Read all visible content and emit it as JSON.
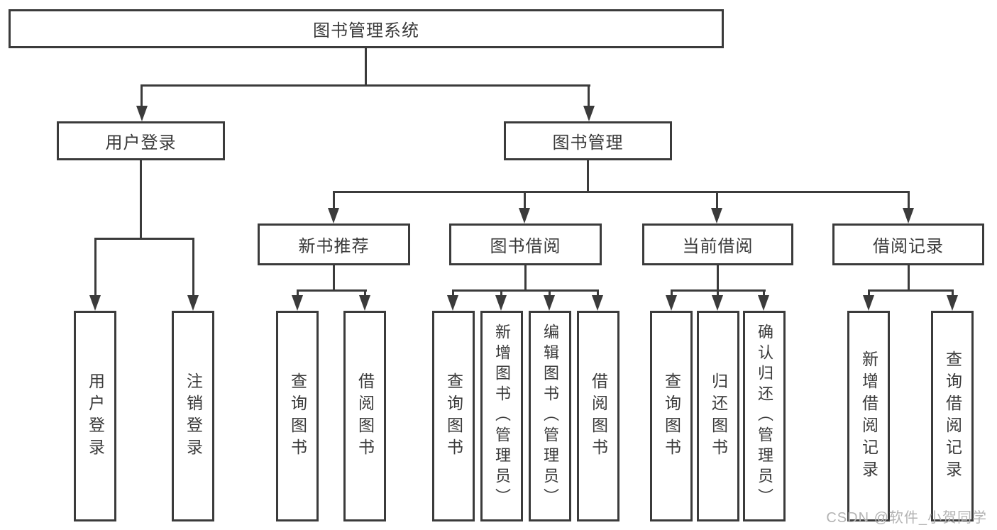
{
  "diagram": {
    "title": "图书管理系统",
    "root": {
      "label": "图书管理系统"
    },
    "level2": [
      {
        "label": "用户登录"
      },
      {
        "label": "图书管理"
      }
    ],
    "level3": [
      {
        "label": "新书推荐"
      },
      {
        "label": "图书借阅"
      },
      {
        "label": "当前借阅"
      },
      {
        "label": "借阅记录"
      }
    ],
    "leaves": {
      "user_login": [
        "用户登录",
        "注销登录"
      ],
      "new_book_recommend": [
        "查询图书",
        "借阅图书"
      ],
      "book_borrowing": [
        "查询图书",
        "新增图书（管理员）",
        "编辑图书（管理员）",
        "借阅图书"
      ],
      "current_borrowing": [
        "查询图书",
        "归还图书",
        "确认归还（管理员）"
      ],
      "borrowing_records": [
        "新增借阅记录",
        "查询借阅记录"
      ]
    }
  },
  "watermark": "CSDN @软件_小贺同学",
  "colors": {
    "line": "#3b3b3b",
    "text": "#3a3a3a",
    "watermark": "#b3b3b3",
    "background": "#ffffff"
  }
}
